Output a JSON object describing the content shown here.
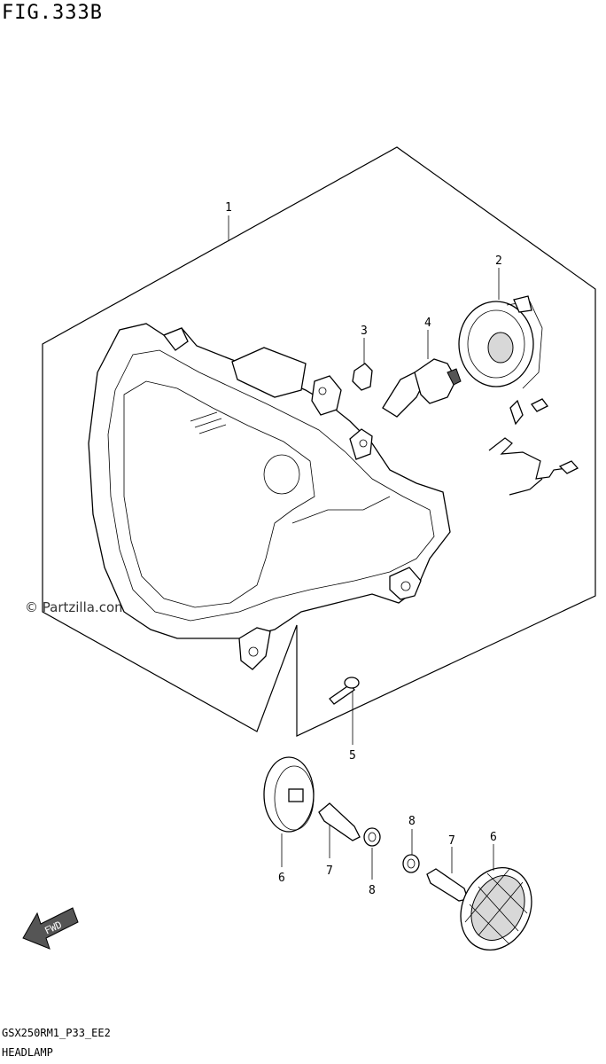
{
  "figure_title": "FIG.333B",
  "footer_model": "GSX250RM1_P33_EE2",
  "footer_name": "HEADLAMP",
  "watermark": "© Partzilla.com",
  "fwd_label": "FWD",
  "callouts": {
    "c1": "1",
    "c2": "2",
    "c3": "3",
    "c4": "4",
    "c5": "5",
    "c6a": "6",
    "c7a": "7",
    "c8a": "8",
    "c8b": "8",
    "c7b": "7",
    "c6b": "6"
  }
}
